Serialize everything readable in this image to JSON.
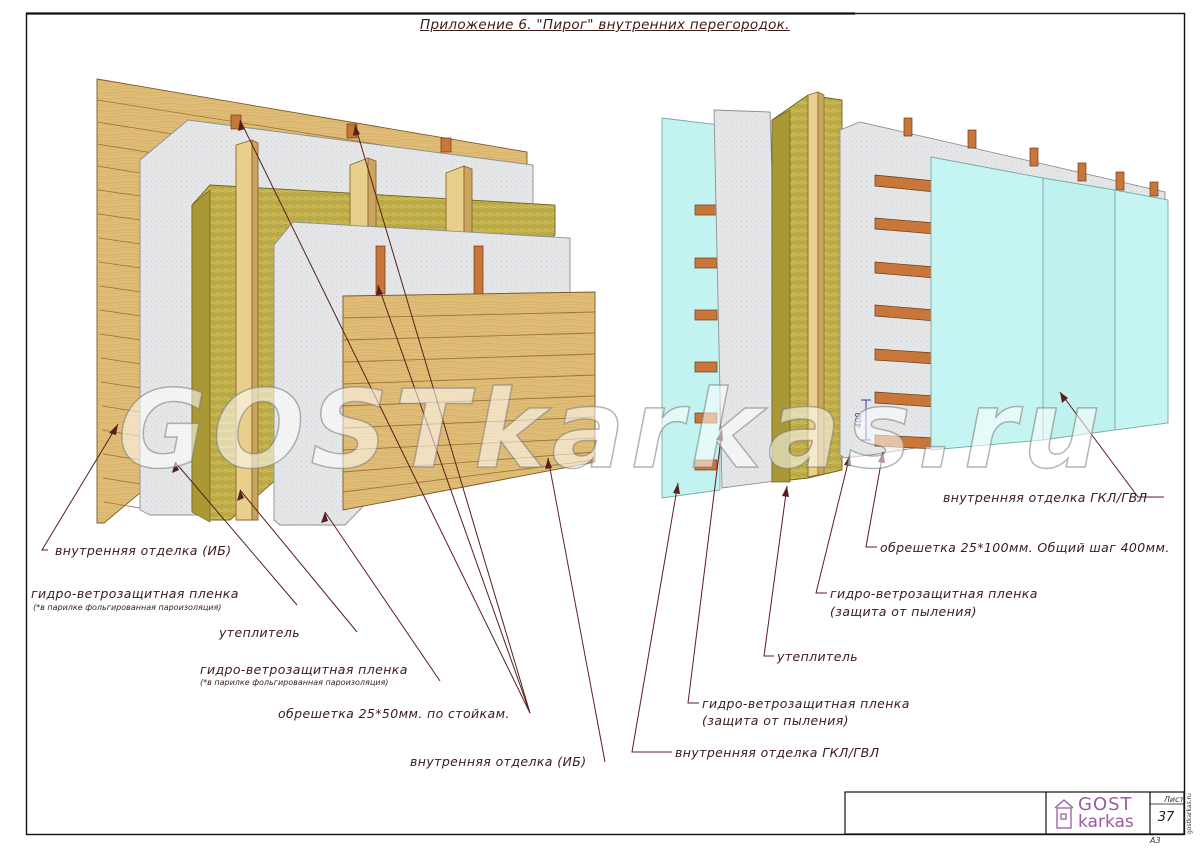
{
  "title": "Приложение 6. \"Пирог\" внутренних перегородок.",
  "watermark": "GOSTkarkas.ru",
  "labels": {
    "left_finish_back": "внутренняя отделка (ИБ)",
    "left_membrane_1": "гидро-ветрозащитная пленка",
    "left_membrane_1_note": "(*в парилке фольгированная пароизоляция)",
    "left_insulation": "утеплитель",
    "left_membrane_2": "гидро-ветрозащитная пленка",
    "left_membrane_2_note": "(*в парилке фольгированная пароизоляция)",
    "left_battens": "обрешетка 25*50мм. по стойкам.",
    "left_finish_front": "внутренняя отделка (ИБ)",
    "right_finish_front": "внутренняя отделка ГКЛ/ГВЛ",
    "right_battens": "обрешетка 25*100мм. Общий шаг 400мм.",
    "right_membrane_1": "гидро-ветрозащитная пленка",
    "right_membrane_1_note": "(защита от пыления)",
    "right_insulation": "утеплитель",
    "right_membrane_2": "гидро-ветрозащитная пленка",
    "right_membrane_2_note": "(защита от пыления)",
    "right_finish_back": "внутренняя отделка ГКЛ/ГВЛ",
    "dimension": "400"
  },
  "title_block": {
    "logo_line_1": "GOST",
    "logo_line_2": "karkas",
    "sheet_label": "Лист",
    "sheet_number": "37",
    "format": "А3",
    "site": "gostkarkas.ru"
  },
  "colors": {
    "wood": "#e3c27a",
    "wood_dark": "#b08a44",
    "insulation": "#c4b24a",
    "membrane": "#e2e4e6",
    "drywall": "#c2f3f0",
    "batten": "#c8763a",
    "leader": "#5a1e1e",
    "text": "#3c1a1a",
    "logo": "#9a5ca0"
  }
}
